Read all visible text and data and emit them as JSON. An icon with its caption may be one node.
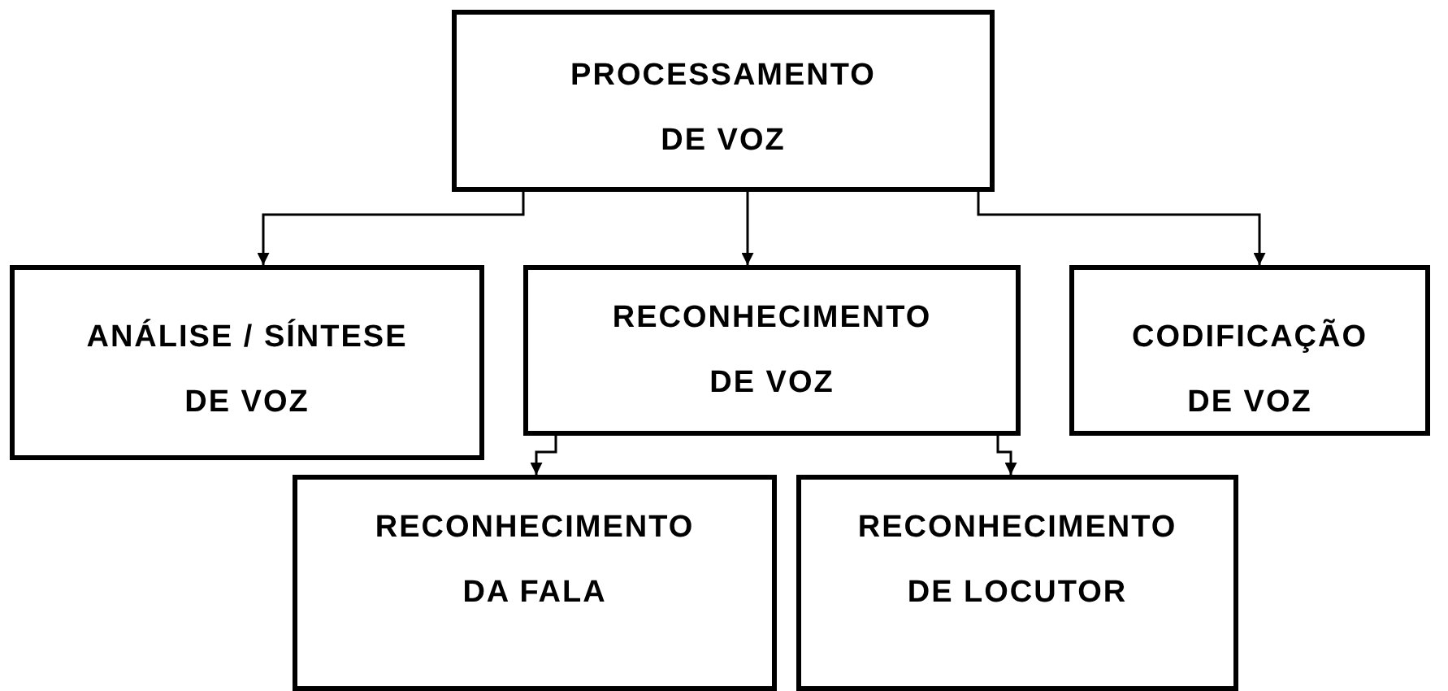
{
  "diagram": {
    "nodes": [
      {
        "text": [
          "PROCESSAMENTO DE VOZ"
        ]
      },
      {
        "text": [
          "ANÁLISE / SÍNTESE DE VOZ"
        ]
      },
      {
        "text": [
          "RECONHECIMENTO DE VOZ"
        ]
      },
      {
        "text": [
          "CODIFICAÇÃO DE VOZ"
        ]
      },
      {
        "text": [
          "RECONHECIMENTO DA FALA"
        ]
      },
      {
        "text": [
          "RECONHECIMENTO DE LOCUTOR"
        ]
      }
    ],
    "edges": [
      {
        "from": 0,
        "to": 1,
        "arrow": "to"
      },
      {
        "from": 0,
        "to": 2,
        "arrow": "to"
      },
      {
        "from": 0,
        "to": 3,
        "arrow": "to"
      },
      {
        "from": 2,
        "to": 4,
        "arrow": "to"
      },
      {
        "from": 2,
        "to": 5,
        "arrow": "to"
      }
    ]
  }
}
